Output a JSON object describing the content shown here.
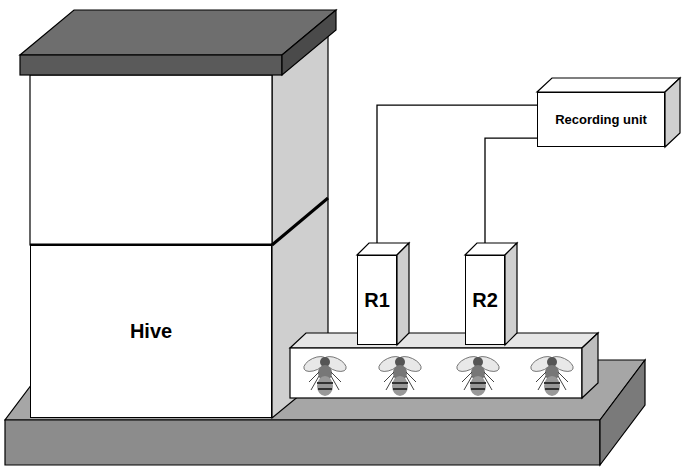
{
  "diagram": {
    "nodes": [
      {
        "text": [
          "Hive"
        ]
      },
      {
        "text": [
          "R1"
        ]
      },
      {
        "text": [
          "R2"
        ]
      },
      {
        "text": [
          "Recording unit"
        ]
      }
    ],
    "edges": [
      {
        "from": 1,
        "to": 3,
        "arrow": "none"
      },
      {
        "from": 2,
        "to": 3,
        "arrow": "none"
      }
    ]
  }
}
